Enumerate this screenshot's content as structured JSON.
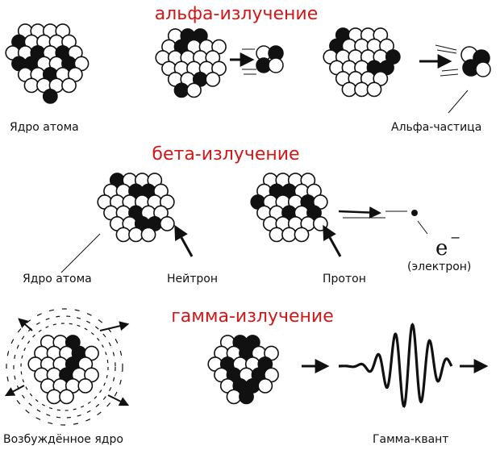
{
  "colors": {
    "title": "#d01818",
    "ink": "#111111",
    "background": "#ffffff"
  },
  "sections": {
    "alpha": {
      "title": "альфа-излучение",
      "label_nucleus": "Ядро атома",
      "label_particle": "Альфа-частица"
    },
    "beta": {
      "title": "бета-излучение",
      "label_nucleus": "Ядро атома",
      "label_neutron": "Нейтрон",
      "label_proton": "Протон",
      "electron_symbol": "e",
      "electron_charge": "−",
      "electron_caption": "(электрон)"
    },
    "gamma": {
      "title": "гамма-излучение",
      "label_excited": "Возбуждённое ядро",
      "label_quantum": "Гамма-квант"
    }
  },
  "icons": [
    "nucleus-icon",
    "alpha-particle-icon",
    "arrow-icon",
    "electron-icon",
    "gamma-wave-icon"
  ]
}
